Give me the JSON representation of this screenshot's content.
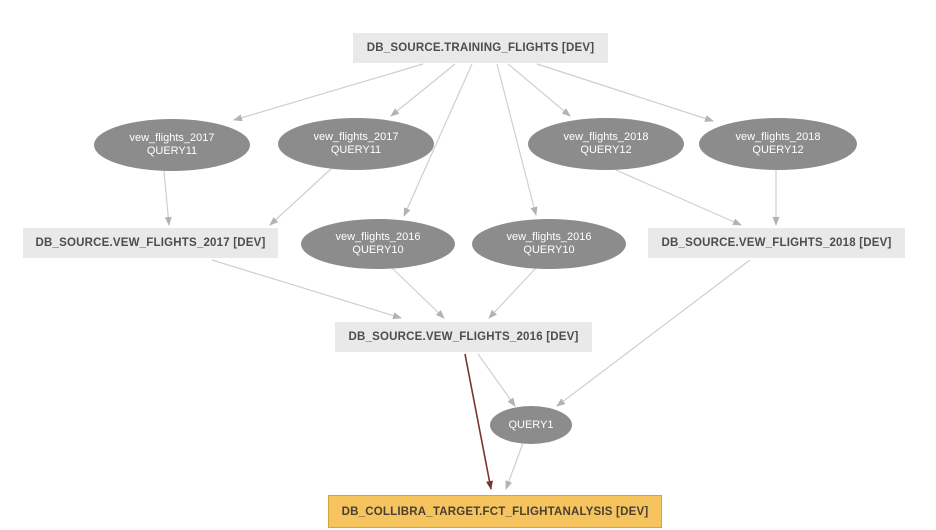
{
  "diagram": {
    "colors": {
      "table_fill": "#e9e9e9",
      "table_text": "#4d4d4d",
      "query_fill": "#8c8c8c",
      "query_text": "#ffffff",
      "edge_line": "#cfcfcf",
      "edge_arrow": "#b3b3b3",
      "highlight_edge": "#7a342e",
      "target_fill": "#f6c45f",
      "target_border": "#d9a23c"
    },
    "nodes": [
      {
        "id": "training_flights",
        "type": "table",
        "label": "DB_SOURCE.TRAINING_FLIGHTS [DEV]"
      },
      {
        "id": "vew_flights_2017_q11_a",
        "type": "query",
        "label": "vew_flights_2017",
        "sublabel": "QUERY11"
      },
      {
        "id": "vew_flights_2017_q11_b",
        "type": "query",
        "label": "vew_flights_2017",
        "sublabel": "QUERY11"
      },
      {
        "id": "vew_flights_2018_q12_a",
        "type": "query",
        "label": "vew_flights_2018",
        "sublabel": "QUERY12"
      },
      {
        "id": "vew_flights_2018_q12_b",
        "type": "query",
        "label": "vew_flights_2018",
        "sublabel": "QUERY12"
      },
      {
        "id": "vew_flights_2017",
        "type": "table",
        "label": "DB_SOURCE.VEW_FLIGHTS_2017 [DEV]"
      },
      {
        "id": "vew_flights_2016_q10_a",
        "type": "query",
        "label": "vew_flights_2016",
        "sublabel": "QUERY10"
      },
      {
        "id": "vew_flights_2016_q10_b",
        "type": "query",
        "label": "vew_flights_2016",
        "sublabel": "QUERY10"
      },
      {
        "id": "vew_flights_2018",
        "type": "table",
        "label": "DB_SOURCE.VEW_FLIGHTS_2018 [DEV]"
      },
      {
        "id": "vew_flights_2016",
        "type": "table",
        "label": "DB_SOURCE.VEW_FLIGHTS_2016 [DEV]"
      },
      {
        "id": "query1",
        "type": "query",
        "label": "QUERY1"
      },
      {
        "id": "fct_flightanalysis",
        "type": "target_table",
        "label": "DB_COLLIBRA_TARGET.FCT_FLIGHTANALYSIS [DEV]"
      }
    ],
    "edges": [
      {
        "from": "training_flights",
        "to": "vew_flights_2017_q11_a",
        "style": "default"
      },
      {
        "from": "training_flights",
        "to": "vew_flights_2017_q11_b",
        "style": "default"
      },
      {
        "from": "training_flights",
        "to": "vew_flights_2016_q10_a",
        "style": "default"
      },
      {
        "from": "training_flights",
        "to": "vew_flights_2016_q10_b",
        "style": "default"
      },
      {
        "from": "training_flights",
        "to": "vew_flights_2018_q12_a",
        "style": "default"
      },
      {
        "from": "training_flights",
        "to": "vew_flights_2018_q12_b",
        "style": "default"
      },
      {
        "from": "vew_flights_2017_q11_a",
        "to": "vew_flights_2017",
        "style": "default"
      },
      {
        "from": "vew_flights_2017_q11_b",
        "to": "vew_flights_2017",
        "style": "default"
      },
      {
        "from": "vew_flights_2018_q12_a",
        "to": "vew_flights_2018",
        "style": "default"
      },
      {
        "from": "vew_flights_2018_q12_b",
        "to": "vew_flights_2018",
        "style": "default"
      },
      {
        "from": "vew_flights_2017",
        "to": "vew_flights_2016",
        "style": "default"
      },
      {
        "from": "vew_flights_2016_q10_a",
        "to": "vew_flights_2016",
        "style": "default"
      },
      {
        "from": "vew_flights_2016_q10_b",
        "to": "vew_flights_2016",
        "style": "default"
      },
      {
        "from": "vew_flights_2018",
        "to": "query1",
        "style": "default"
      },
      {
        "from": "vew_flights_2016",
        "to": "query1",
        "style": "default"
      },
      {
        "from": "vew_flights_2016",
        "to": "fct_flightanalysis",
        "style": "highlight"
      },
      {
        "from": "query1",
        "to": "fct_flightanalysis",
        "style": "default"
      }
    ]
  }
}
